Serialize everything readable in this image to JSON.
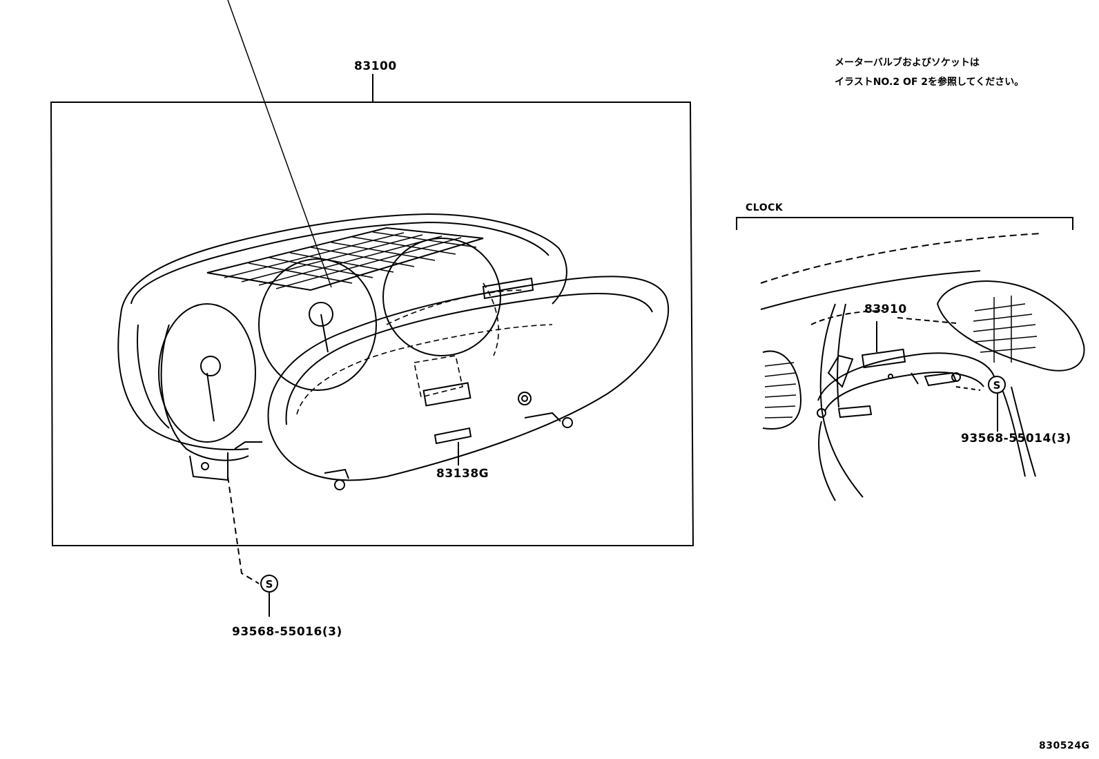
{
  "note": {
    "line1": "メーターバルブおよびソケットは",
    "line2": "イラストNO.2 OF 2を参照してください。"
  },
  "labels": {
    "main_assembly": "83100",
    "lens_cover": "83138G",
    "screw_main": "93568-55016(3)",
    "clock_section": "CLOCK",
    "clock_part": "83910",
    "screw_clock": "93568-55014(3)",
    "diagram_id": "830524G"
  },
  "symbols": {
    "screw_marker": "S"
  }
}
